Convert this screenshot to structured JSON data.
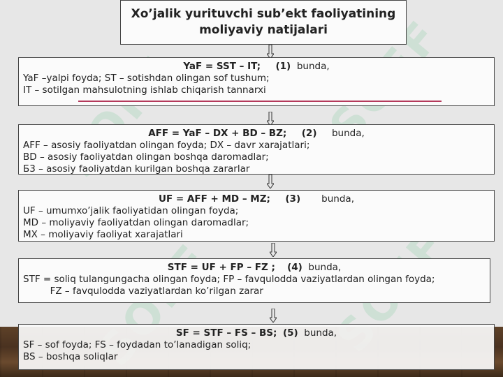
{
  "title": {
    "line1": "Xo’jalik yurituvchi sub’ekt faoliyatining",
    "line2": "moliyaviy natijalari"
  },
  "watermark": "SOFF",
  "blocks": [
    {
      "formula": "YaF = SST – IT;",
      "number": "(1)",
      "suffix": "bunda,",
      "lines": [
        "YaF –yalpi foyda;  ST – sotishdan olingan sof tushum;",
        "IT – sotilgan mahsulotning ishlab chiqarish tannarxi"
      ]
    },
    {
      "formula": "AFF = YaF – DX + BD – BZ;",
      "number": "(2)",
      "suffix": "bunda,",
      "lines": [
        "AFF – asosiy faoliyatdan olingan foyda; DX – davr xarajatlari;",
        "BD – asosiy faoliyatdan olingan boshqa daromadlar;",
        "Б3 –  asosiy faoliyatdan kurilgan boshqa zararlar"
      ]
    },
    {
      "formula": "UF = AFF + MD – MZ;",
      "number": "(3)",
      "suffix": "bunda,",
      "lines": [
        "UF – umumxo’jalik faoliyatidan olingan foyda;",
        "MD – moliyaviy faoliyatdan olingan daromadlar;",
        "MX – moliyaviy faoliyat xarajatlari"
      ]
    },
    {
      "formula": "STF = UF + FP – FZ ;",
      "number": "(4)",
      "suffix": "bunda,",
      "lines": [
        "STF = soliq tulangungacha olingan foyda; FP – favqulodda vaziyatlardan olingan foyda;",
        "         FZ – favqulodda vaziyatlardan ko’rilgan zarar"
      ]
    },
    {
      "formula": "SF = STF – FS – BS;",
      "number": "(5)",
      "suffix": "bunda,",
      "lines": [
        "SF – sof foyda; FS – foydadan to’lanadigan soliq;",
        "BS – boshqa soliqlar"
      ]
    }
  ]
}
